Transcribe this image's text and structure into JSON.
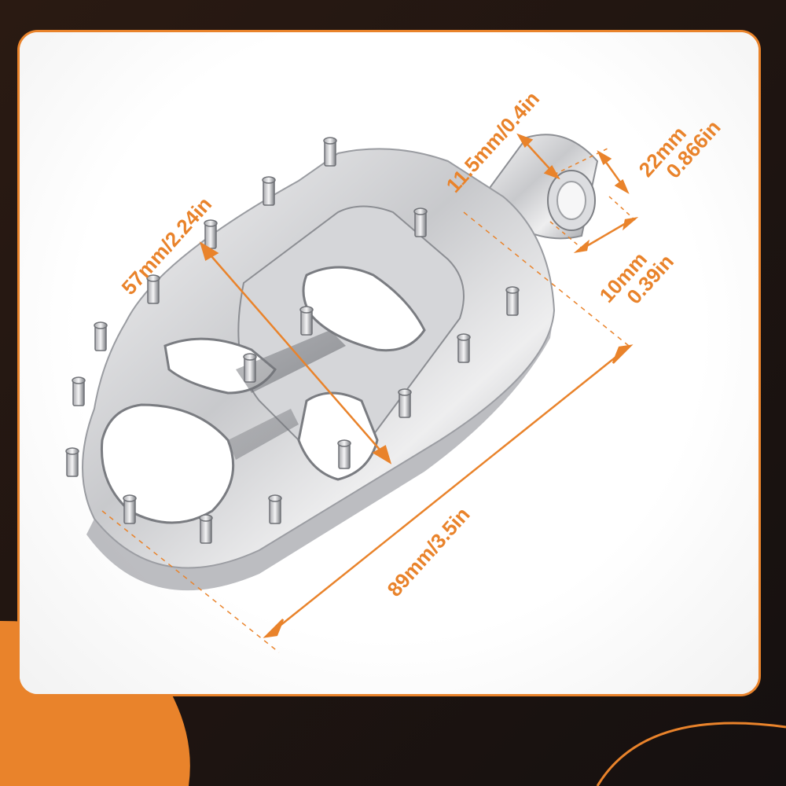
{
  "colors": {
    "accent": "#e9832b",
    "background": "#1d1511",
    "card": "#ffffff",
    "metal_light": "#f4f4f5",
    "metal_mid": "#c9cacd",
    "metal_dark": "#6e7075"
  },
  "dimensions": {
    "bore_length": "11.5mm/0.4in",
    "bore_diameter_mm": "22mm",
    "bore_diameter_in": "0.866in",
    "mount_width_mm": "10mm",
    "mount_width_in": "0.39in",
    "pad_width": "57mm/2.24in",
    "pad_length": "89mm/3.5in"
  }
}
